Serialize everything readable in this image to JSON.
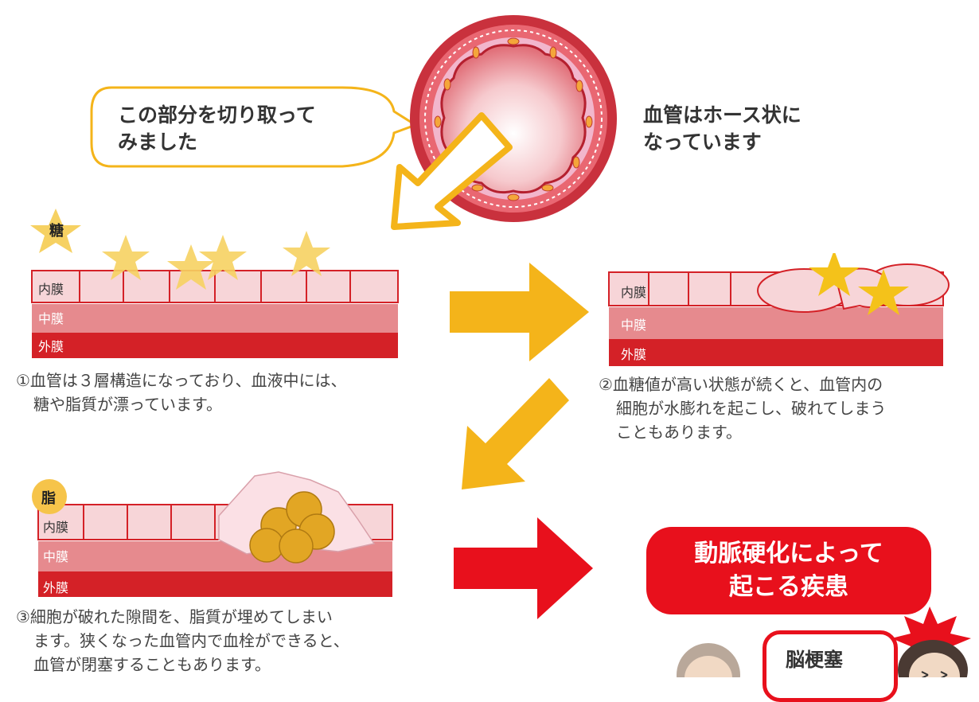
{
  "bubble": {
    "line1": "この部分を切り取って",
    "line2": "みました"
  },
  "vessel_note": {
    "line1": "血管はホース状に",
    "line2": "なっています"
  },
  "badges": {
    "sugar": "糖",
    "fat": "脂"
  },
  "layers": {
    "inner": "内膜",
    "middle": "中膜",
    "outer": "外膜"
  },
  "captions": {
    "step1": {
      "line1": "①血管は３層構造になっており、血液中には、",
      "line2": "糖や脂質が漂っています。"
    },
    "step2": {
      "line1": "②血糖値が高い状態が続くと、血管内の",
      "line2": "細胞が水膨れを起こし、破れてしまう",
      "line3": "こともあります。"
    },
    "step3": {
      "line1": "③細胞が破れた隙間を、脂質が埋めてしまい",
      "line2": "ます。狭くなった血管内で血栓ができると、",
      "line3": "血管が閉塞することもあります。"
    }
  },
  "result": {
    "line1": "動脈硬化によって",
    "line2": "起こる疾患"
  },
  "disease_card": {
    "label": "脳梗塞"
  },
  "colors": {
    "accent_yellow": "#f4b41a",
    "red": "#e8101c",
    "intima": "#f7d5d8",
    "media": "#e68a8e",
    "adventitia": "#d42127"
  }
}
